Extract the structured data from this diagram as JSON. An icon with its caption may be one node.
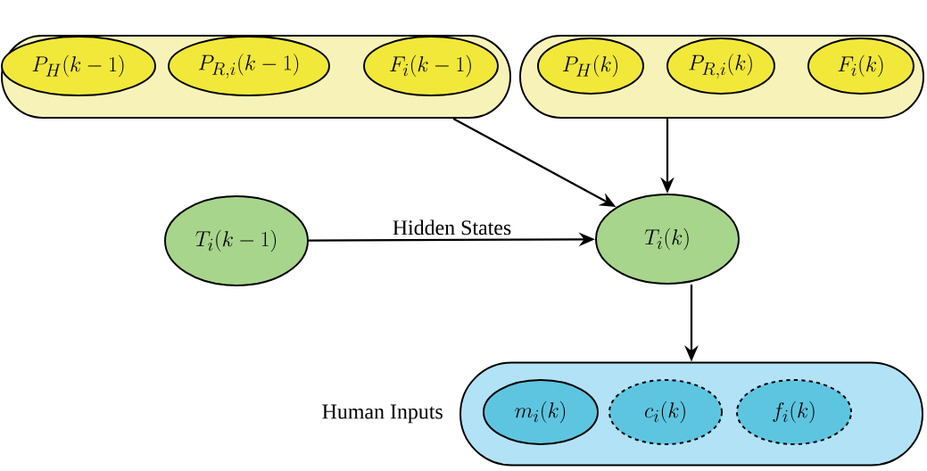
{
  "diagram": {
    "nodes": [
      {
        "text": [],
        "shape": "box"
      },
      {
        "text": [
          "P_H(k-1)"
        ],
        "in": 0
      },
      {
        "text": [
          "P_{R,i}(k-1)"
        ],
        "in": 0
      },
      {
        "text": [
          "F_i(k-1)"
        ],
        "in": 0
      },
      {
        "text": [],
        "shape": "box"
      },
      {
        "text": [
          "P_H(k)"
        ],
        "in": 4
      },
      {
        "text": [
          "P_{R,i}(k)"
        ],
        "in": 4
      },
      {
        "text": [
          "F_i(k)"
        ],
        "in": 4
      },
      {
        "text": [
          "T_i(k-1)"
        ]
      },
      {
        "text": [
          "T_i(k)"
        ]
      },
      {
        "text": [],
        "shape": "box",
        "beside": [
          "Human Inputs"
        ]
      },
      {
        "text": [
          "m_i(k)"
        ],
        "in": 10
      },
      {
        "text": [
          "c_i(k)"
        ],
        "in": 10
      },
      {
        "text": [
          "f_i(k)"
        ],
        "in": 10
      }
    ],
    "edges": [
      {
        "from": 0,
        "to": 9,
        "arrow": "to"
      },
      {
        "from": 4,
        "to": 9,
        "arrow": "to"
      },
      {
        "from": 8,
        "to": 9,
        "arrow": "to",
        "label": "Hidden States"
      },
      {
        "from": 9,
        "to": 10,
        "arrow": "to"
      }
    ]
  }
}
